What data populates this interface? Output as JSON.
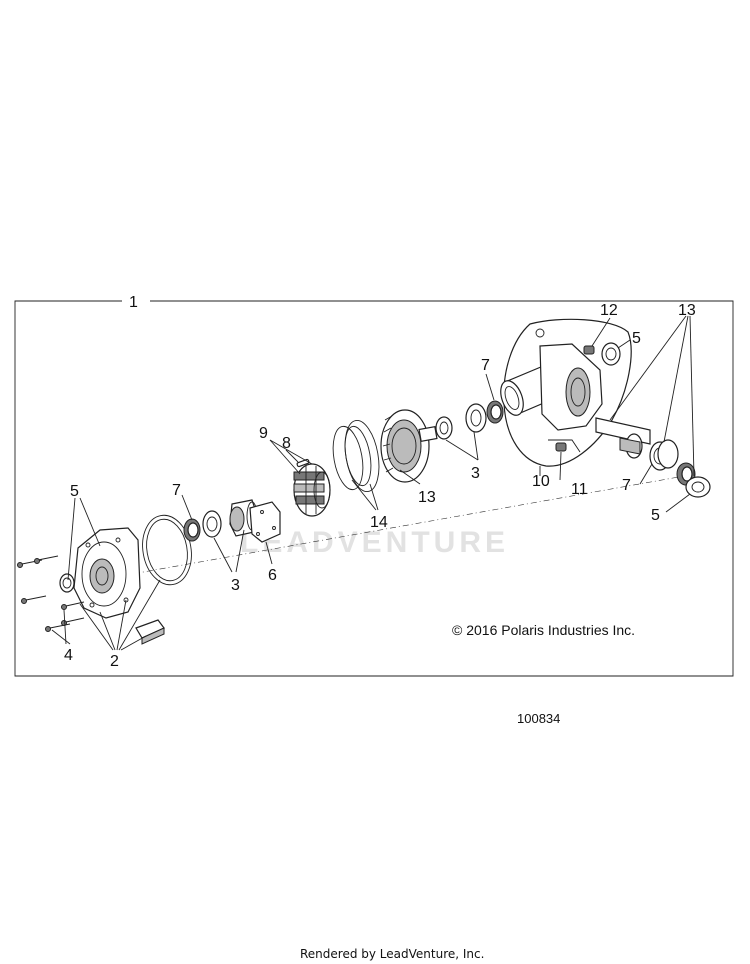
{
  "diagram": {
    "assembly_callout": "1",
    "callouts": {
      "c2": "2",
      "c3a": "3",
      "c3b": "3",
      "c4": "4",
      "c5a": "5",
      "c5b": "5",
      "c5c": "5",
      "c6": "6",
      "c7a": "7",
      "c7b": "7",
      "c7c": "7",
      "c8": "8",
      "c9": "9",
      "c10": "10",
      "c11": "11",
      "c12": "12",
      "c13a": "13",
      "c13b": "13",
      "c14": "14"
    },
    "copyright": "© 2016 Polaris Industries Inc.",
    "reference_number": "100834",
    "watermark": "LEADVENTURE"
  },
  "footer": {
    "text": "Rendered by LeadVenture, Inc."
  }
}
